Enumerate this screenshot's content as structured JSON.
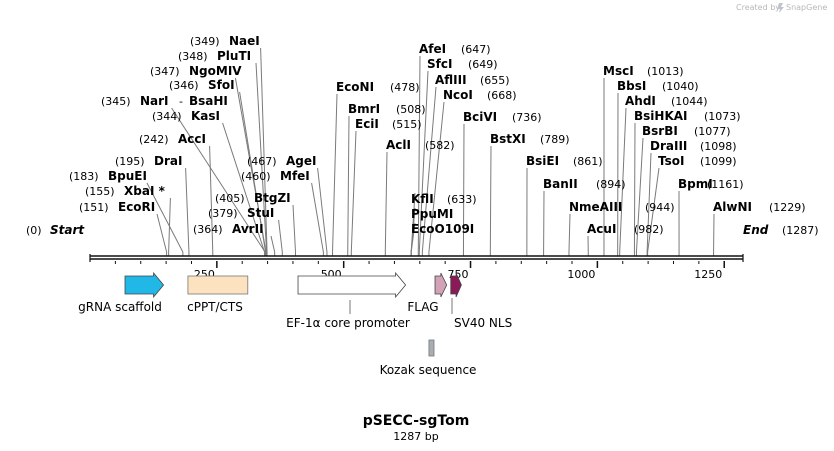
{
  "plasmid": {
    "name": "pSECC-sgTom",
    "size": "1287 bp",
    "length": 1287
  },
  "credit": {
    "text": "Created by",
    "brand": "SnapGene"
  },
  "ends": {
    "start": {
      "label": "Start",
      "pos": "(0)"
    },
    "end": {
      "label": "End",
      "pos": "(1287)"
    }
  },
  "ticks": [
    "250",
    "500",
    "750",
    "1000",
    "1250"
  ],
  "sites": [
    {
      "name": "EcoRI",
      "pos": "(151)",
      "bp": 151
    },
    {
      "name": "XbaI *",
      "pos": "(155)",
      "bp": 155
    },
    {
      "name": "BpuEI",
      "pos": "(183)",
      "bp": 183
    },
    {
      "name": "DraI",
      "pos": "(195)",
      "bp": 195
    },
    {
      "name": "AccI",
      "pos": "(242)",
      "bp": 242
    },
    {
      "name": "KasI",
      "pos": "(344)",
      "bp": 344
    },
    {
      "name": "NarI",
      "pos": "(345)",
      "bp": 345
    },
    {
      "name": "BsaHI",
      "pos": "",
      "bp": 345
    },
    {
      "name": "SfoI",
      "pos": "(346)",
      "bp": 346
    },
    {
      "name": "NgoMIV",
      "pos": "(347)",
      "bp": 347
    },
    {
      "name": "PluTI",
      "pos": "(348)",
      "bp": 348
    },
    {
      "name": "NaeI",
      "pos": "(349)",
      "bp": 349
    },
    {
      "name": "AvrII",
      "pos": "(364)",
      "bp": 364
    },
    {
      "name": "StuI",
      "pos": "(379)",
      "bp": 379
    },
    {
      "name": "BtgZI",
      "pos": "(405)",
      "bp": 405
    },
    {
      "name": "MfeI",
      "pos": "(460)",
      "bp": 460
    },
    {
      "name": "AgeI",
      "pos": "(467)",
      "bp": 467
    },
    {
      "name": "EcoNI",
      "pos": "(478)",
      "bp": 478
    },
    {
      "name": "BmrI",
      "pos": "(508)",
      "bp": 508
    },
    {
      "name": "EciI",
      "pos": "(515)",
      "bp": 515
    },
    {
      "name": "AclI",
      "pos": "(582)",
      "bp": 582
    },
    {
      "name": "KflI",
      "pos": "(633)",
      "bp": 633
    },
    {
      "name": "PpuMI",
      "pos": "",
      "bp": 633
    },
    {
      "name": "EcoO109I",
      "pos": "",
      "bp": 633
    },
    {
      "name": "AfeI",
      "pos": "(647)",
      "bp": 647
    },
    {
      "name": "SfcI",
      "pos": "(649)",
      "bp": 649
    },
    {
      "name": "AflIII",
      "pos": "(655)",
      "bp": 655
    },
    {
      "name": "NcoI",
      "pos": "(668)",
      "bp": 668
    },
    {
      "name": "BciVI",
      "pos": "(736)",
      "bp": 736
    },
    {
      "name": "BstXI",
      "pos": "(789)",
      "bp": 789
    },
    {
      "name": "BsiEI",
      "pos": "(861)",
      "bp": 861
    },
    {
      "name": "BanII",
      "pos": "(894)",
      "bp": 894
    },
    {
      "name": "NmeAIII",
      "pos": "(944)",
      "bp": 944
    },
    {
      "name": "AcuI",
      "pos": "(982)",
      "bp": 982
    },
    {
      "name": "MscI",
      "pos": "(1013)",
      "bp": 1013
    },
    {
      "name": "BbsI",
      "pos": "(1040)",
      "bp": 1040
    },
    {
      "name": "AhdI",
      "pos": "(1044)",
      "bp": 1044
    },
    {
      "name": "BsiHKAI",
      "pos": "(1073)",
      "bp": 1073
    },
    {
      "name": "BsrBI",
      "pos": "(1077)",
      "bp": 1077
    },
    {
      "name": "DraIII",
      "pos": "(1098)",
      "bp": 1098
    },
    {
      "name": "TsoI",
      "pos": "(1099)",
      "bp": 1099
    },
    {
      "name": "BpmI",
      "pos": "(1161)",
      "bp": 1161
    },
    {
      "name": "AlwNI",
      "pos": "(1229)",
      "bp": 1229
    }
  ],
  "features": [
    {
      "name": "gRNA scaffold",
      "start": 69,
      "end": 145,
      "color": "#21b8e8",
      "shape": "arrow"
    },
    {
      "name": "cPPT/CTS",
      "start": 193,
      "end": 311,
      "color": "#fde2c0",
      "shape": "box"
    },
    {
      "name": "EF-1α core promoter",
      "start": 410,
      "end": 622,
      "color": "#ffffff",
      "shape": "arrow"
    },
    {
      "name": "FLAG",
      "start": 680,
      "end": 703,
      "color": "#d4a2b6",
      "shape": "arrow"
    },
    {
      "name": "SV40 NLS",
      "start": 711,
      "end": 732,
      "color": "#8a1a58",
      "shape": "arrow"
    },
    {
      "name": "Kozak sequence",
      "start": 668,
      "end": 678,
      "color": "#a8adb4",
      "shape": "box"
    }
  ]
}
